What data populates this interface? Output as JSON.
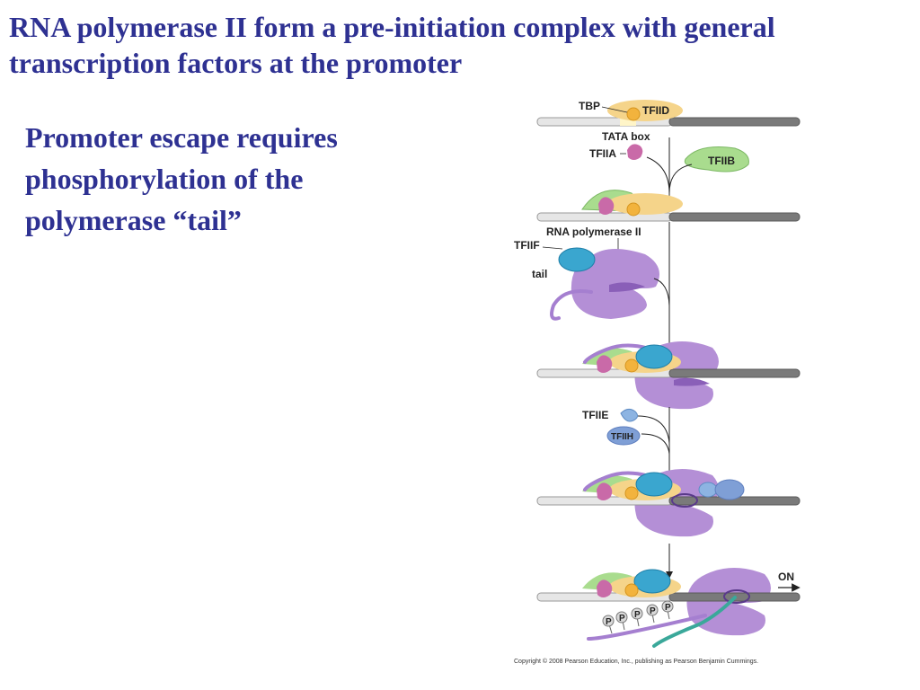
{
  "slide": {
    "title": "RNA polymerase II form a pre-initiation complex with general transcription factors at the promoter",
    "bullet": "Promoter escape requires phosphorylation of the polymerase “tail”"
  },
  "figure": {
    "labels": {
      "tbp": "TBP",
      "tfiid": "TFIID",
      "tata_box": "TATA box",
      "tfiia": "TFIIA",
      "tfiib": "TFIIB",
      "rna_polymerase": "RNA polymerase II",
      "tfiif": "TFIIF",
      "tail": "tail",
      "tfiie": "TFIIE",
      "tfiih": "TFIIH",
      "on": "ON",
      "phosphate": "P"
    },
    "copyright": "Copyright © 2008 Pearson Education, Inc., publishing as Pearson Benjamin Cummings."
  },
  "colors": {
    "title_text": "#2e3192",
    "tfiid": "#f5d48a",
    "tbp": "#f2b33d",
    "tfiia": "#c96aa8",
    "tfiib": "#a9dc8e",
    "polymerase": "#b48fd6",
    "tfiif": "#3aa6cf",
    "tfiie": "#8db4e2",
    "tfiih": "#7f9fd6",
    "rna": "#3aa89a",
    "dna_dark": "#7a7a7a",
    "dna_light": "#e6e6e6"
  }
}
